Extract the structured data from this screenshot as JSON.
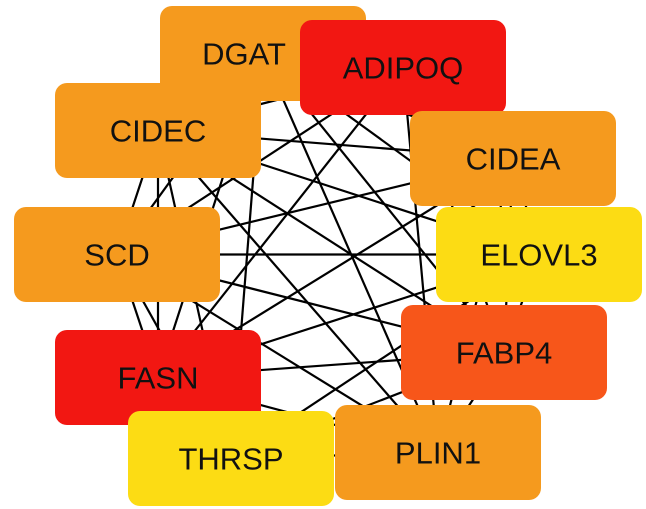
{
  "network": {
    "nodes": [
      {
        "id": "DGAT",
        "label": "DGAT",
        "color": "#f59a1e"
      },
      {
        "id": "ADIPOQ",
        "label": "ADIPOQ",
        "color": "#f21712"
      },
      {
        "id": "CIDEC",
        "label": "CIDEC",
        "color": "#f59a1e"
      },
      {
        "id": "CIDEA",
        "label": "CIDEA",
        "color": "#f59a1e"
      },
      {
        "id": "SCD",
        "label": "SCD",
        "color": "#f59a1e"
      },
      {
        "id": "ELOVL3",
        "label": "ELOVL3",
        "color": "#fcdc14"
      },
      {
        "id": "FABP4",
        "label": "FABP4",
        "color": "#f7561a"
      },
      {
        "id": "FASN",
        "label": "FASN",
        "color": "#f21712"
      },
      {
        "id": "THRSP",
        "label": "THRSP",
        "color": "#fcdc14"
      },
      {
        "id": "PLIN1",
        "label": "PLIN1",
        "color": "#f59a1e"
      }
    ],
    "edges": [
      [
        "DGAT",
        "ADIPOQ"
      ],
      [
        "DGAT",
        "CIDEC"
      ],
      [
        "DGAT",
        "CIDEA"
      ],
      [
        "DGAT",
        "SCD"
      ],
      [
        "DGAT",
        "ELOVL3"
      ],
      [
        "DGAT",
        "FABP4"
      ],
      [
        "DGAT",
        "FASN"
      ],
      [
        "DGAT",
        "THRSP"
      ],
      [
        "DGAT",
        "PLIN1"
      ],
      [
        "ADIPOQ",
        "CIDEC"
      ],
      [
        "ADIPOQ",
        "CIDEA"
      ],
      [
        "ADIPOQ",
        "SCD"
      ],
      [
        "ADIPOQ",
        "FABP4"
      ],
      [
        "ADIPOQ",
        "FASN"
      ],
      [
        "ADIPOQ",
        "PLIN1"
      ],
      [
        "CIDEC",
        "CIDEA"
      ],
      [
        "CIDEC",
        "SCD"
      ],
      [
        "CIDEC",
        "ELOVL3"
      ],
      [
        "CIDEC",
        "FABP4"
      ],
      [
        "CIDEC",
        "FASN"
      ],
      [
        "CIDEC",
        "THRSP"
      ],
      [
        "CIDEC",
        "PLIN1"
      ],
      [
        "CIDEA",
        "SCD"
      ],
      [
        "CIDEA",
        "ELOVL3"
      ],
      [
        "CIDEA",
        "FABP4"
      ],
      [
        "CIDEA",
        "FASN"
      ],
      [
        "CIDEA",
        "PLIN1"
      ],
      [
        "SCD",
        "ELOVL3"
      ],
      [
        "SCD",
        "FABP4"
      ],
      [
        "SCD",
        "FASN"
      ],
      [
        "SCD",
        "THRSP"
      ],
      [
        "SCD",
        "PLIN1"
      ],
      [
        "ELOVL3",
        "FABP4"
      ],
      [
        "ELOVL3",
        "FASN"
      ],
      [
        "ELOVL3",
        "THRSP"
      ],
      [
        "FABP4",
        "FASN"
      ],
      [
        "FABP4",
        "THRSP"
      ],
      [
        "FABP4",
        "PLIN1"
      ],
      [
        "FASN",
        "THRSP"
      ],
      [
        "FASN",
        "PLIN1"
      ],
      [
        "THRSP",
        "PLIN1"
      ]
    ],
    "edge_color": "#000000"
  }
}
